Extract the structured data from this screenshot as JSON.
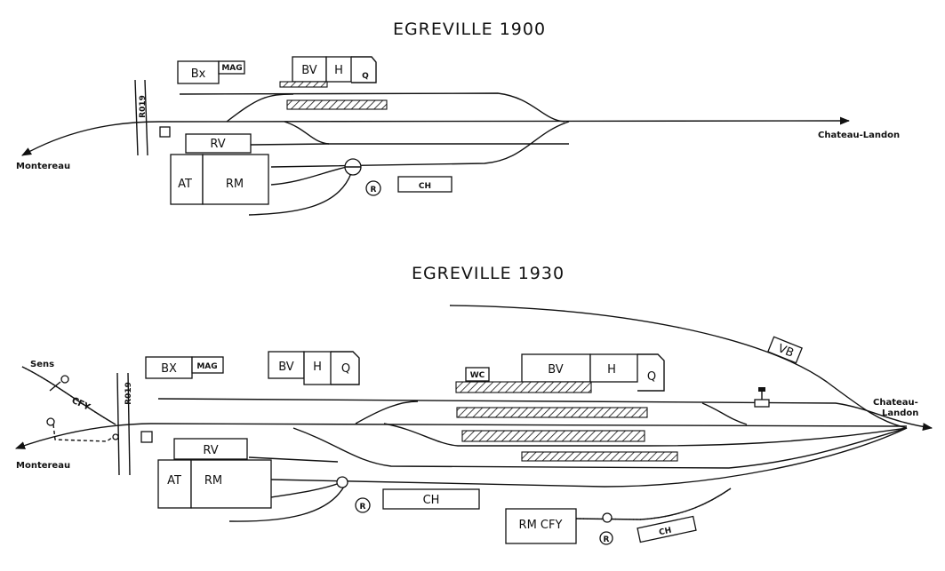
{
  "diagram_1900": {
    "title": "EGREVILLE 1900",
    "labels": {
      "bx": "Bx",
      "mag": "MAG",
      "bv": "BV",
      "h": "H",
      "q": "Q",
      "rv": "RV",
      "at": "AT",
      "rm": "RM",
      "ch": "CH",
      "r": "R",
      "road": "R019",
      "west": "Montereau",
      "east": "Chateau-Landon"
    }
  },
  "diagram_1930": {
    "title": "EGREVILLE 1930",
    "labels": {
      "bx": "BX",
      "mag": "MAG",
      "bv1": "BV",
      "h1": "H",
      "q1": "Q",
      "wc": "WC",
      "bv2": "BV",
      "h2": "H",
      "q2": "Q",
      "vb": "VB",
      "rv": "RV",
      "at": "AT",
      "rm": "RM",
      "ch": "CH",
      "r1": "R",
      "rmcfy": "RM CFY",
      "r2": "R",
      "ch2": "CH",
      "road": "R019",
      "west": "Montereau",
      "sens": "Sens",
      "cfy": "CFY",
      "east1": "Chateau-",
      "east2": "Landon"
    }
  }
}
